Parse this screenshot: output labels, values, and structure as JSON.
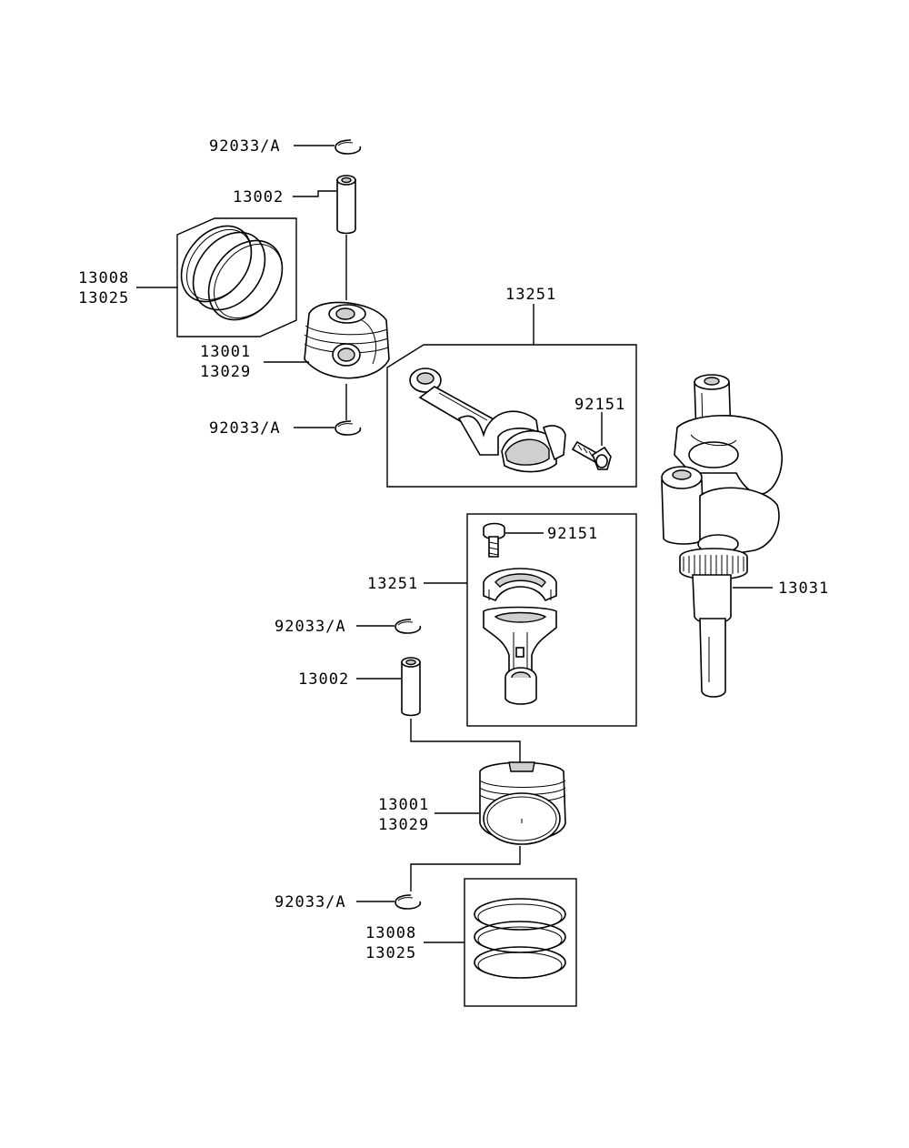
{
  "labels": {
    "l1": "92033/A",
    "l2": "13002",
    "l3a": "13008",
    "l3b": "13025",
    "l4a": "13001",
    "l4b": "13029",
    "l5": "92033/A",
    "l6": "13251",
    "l7": "92151",
    "l8": "92151",
    "l9": "13251",
    "l10": "13031",
    "l11": "92033/A",
    "l12": "13002",
    "l13a": "13001",
    "l13b": "13029",
    "l14": "92033/A",
    "l15a": "13008",
    "l15b": "13025"
  }
}
